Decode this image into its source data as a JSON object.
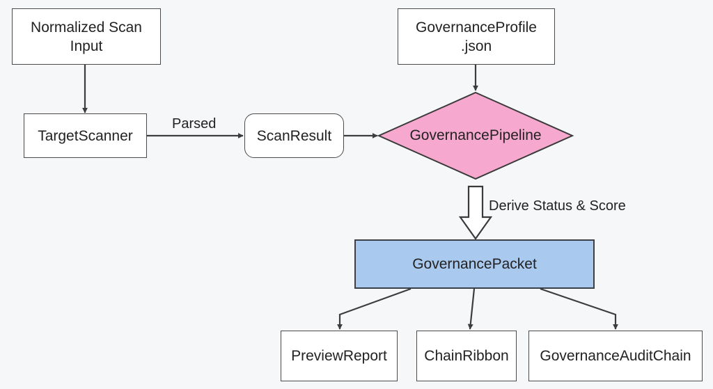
{
  "nodes": {
    "scan_input": "Normalized Scan Input",
    "target_scanner": "TargetScanner",
    "scan_result": "ScanResult",
    "profile_line1": "GovernanceProfile",
    "profile_line2": ".json",
    "pipeline": "GovernancePipeline",
    "packet": "GovernancePacket",
    "preview_report": "PreviewReport",
    "chain_ribbon": "ChainRibbon",
    "audit_chain": "GovernanceAuditChain"
  },
  "edges": {
    "parsed": "Parsed",
    "derive": "Derive Status & Score"
  },
  "colors": {
    "pipeline_fill": "#f7a8cf",
    "packet_fill": "#a9c9ee",
    "line": "#3d3d3d"
  }
}
